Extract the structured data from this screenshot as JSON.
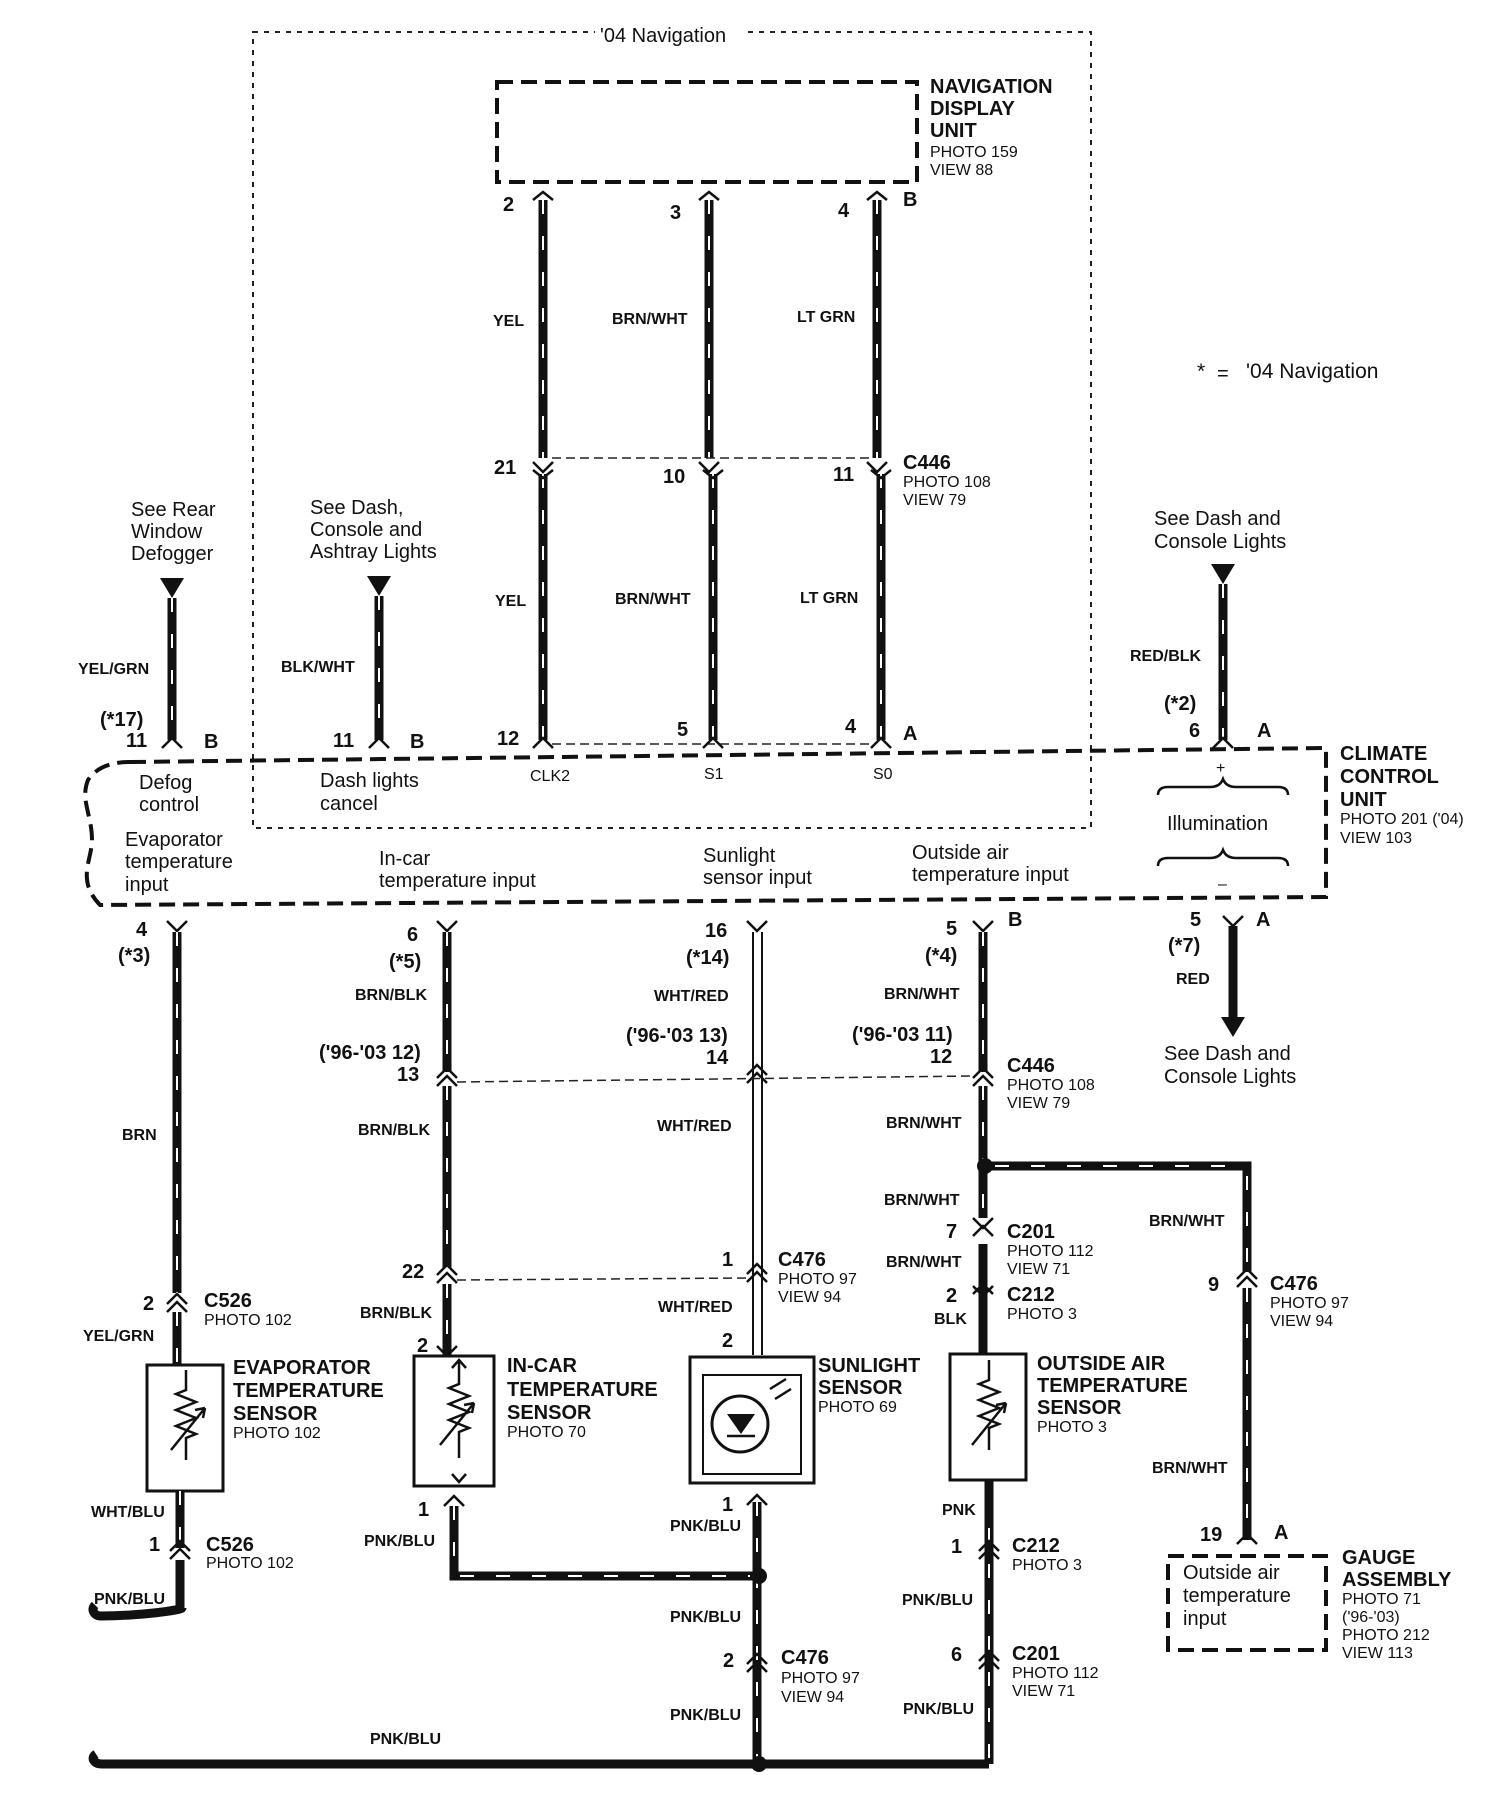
{
  "legend": {
    "star": "*",
    "eq": "=",
    "text": "'04 Navigation"
  },
  "nav_region_label": "'04 Navigation",
  "nav_unit": {
    "l1": "NAVIGATION",
    "l2": "DISPLAY",
    "l3": "UNIT",
    "photo": "PHOTO 159",
    "view": "VIEW 88"
  },
  "climate_unit": {
    "l1": "CLIMATE",
    "l2": "CONTROL",
    "l3": "UNIT",
    "photo": "PHOTO 201 ('04)",
    "view": "VIEW 103"
  },
  "gauge": {
    "l1": "GAUGE",
    "l2": "ASSEMBLY",
    "p1": "PHOTO 71",
    "p2": "('96-'03)",
    "p3": "PHOTO 212",
    "view": "VIEW 113",
    "in1": "Outside air",
    "in2": "temperature",
    "in3": "input",
    "pin": "19",
    "pos": "A"
  },
  "refs": {
    "rear": [
      "See Rear",
      "Window",
      "Defogger"
    ],
    "dash": [
      "See Dash,",
      "Console and",
      "Ashtray Lights"
    ],
    "console_top": [
      "See Dash and",
      "Console Lights"
    ],
    "console_bot": [
      "See Dash and",
      "Console Lights"
    ]
  },
  "climate_inputs": {
    "defog": [
      "Defog",
      "control"
    ],
    "dashcancel": [
      "Dash lights",
      "cancel"
    ],
    "evap": [
      "Evaporator",
      "temperature",
      "input"
    ],
    "incar": [
      "In-car",
      "temperature input"
    ],
    "sun": [
      "Sunlight",
      "sensor input"
    ],
    "outside": [
      "Outside air",
      "temperature input"
    ],
    "illum": "Illumination",
    "plus": "+",
    "minus": "–",
    "clk2": "CLK2",
    "s1": "S1",
    "s0": "S0"
  },
  "nav_pins": {
    "p2": "2",
    "p3": "3",
    "p4": "4",
    "pB": "B",
    "p21": "21",
    "p10": "10",
    "p11": "11",
    "p12": "12",
    "p5": "5",
    "p4b": "4",
    "pA": "A"
  },
  "nav_wires": {
    "yel": "YEL",
    "brnwht": "BRN/WHT",
    "ltgrn": "LT GRN"
  },
  "c446_top": {
    "name": "C446",
    "photo": "PHOTO 108",
    "view": "VIEW 79"
  },
  "top_pins": {
    "rear_alt": "(*17)",
    "rear_pin": "11",
    "rear_pos": "B",
    "rear_wire": "YEL/GRN",
    "dash_pin": "11",
    "dash_pos": "B",
    "dash_wire": "BLK/WHT",
    "cons_alt": "(*2)",
    "cons_pin": "6",
    "cons_pos": "A",
    "cons_wire": "RED/BLK"
  },
  "bottom_pins": {
    "evap_pin": "4",
    "evap_alt": "(*3)",
    "incar_pin": "6",
    "incar_alt": "(*5)",
    "sun_pin": "16",
    "sun_alt": "(*14)",
    "out_pin": "5",
    "out_alt": "(*4)",
    "out_pos": "B",
    "ill_pin": "5",
    "ill_alt": "(*7)",
    "ill_pos": "A",
    "ill_wire": "RED"
  },
  "c446_bot": {
    "name": "C446",
    "photo": "PHOTO 108",
    "view": "VIEW 79",
    "incar_old": "('96-'03 12)",
    "incar_pin": "13",
    "sun_old": "('96-'03 13)",
    "sun_pin": "14",
    "out_old": "('96-'03 11)",
    "out_pin": "12"
  },
  "wires": {
    "brn": "BRN",
    "brnblk": "BRN/BLK",
    "whtred": "WHT/RED",
    "brnwht": "BRN/WHT",
    "yelgrn": "YEL/GRN",
    "whtblu": "WHT/BLU",
    "pnkblu": "PNK/BLU",
    "blk": "BLK",
    "pnk": "PNK"
  },
  "c201a": {
    "name": "C201",
    "pin": "7",
    "photo": "PHOTO 112",
    "view": "VIEW 71"
  },
  "c212a": {
    "name": "C212",
    "pin": "2",
    "photo": "PHOTO 3"
  },
  "c476_g": {
    "name": "C476",
    "pin": "9",
    "photo": "PHOTO 97",
    "view": "VIEW 94"
  },
  "c476_sun": {
    "name": "C476",
    "pin": "1",
    "incar_pin": "22",
    "photo": "PHOTO 97",
    "view": "VIEW 94"
  },
  "c526_top": {
    "name": "C526",
    "pin": "2",
    "photo": "PHOTO 102"
  },
  "c526_bot": {
    "name": "C526",
    "pin": "1",
    "photo": "PHOTO 102"
  },
  "c212b": {
    "name": "C212",
    "pin": "1",
    "photo": "PHOTO 3"
  },
  "c201b": {
    "name": "C201",
    "pin": "6",
    "photo": "PHOTO 112",
    "view": "VIEW 71"
  },
  "c476_bot": {
    "name": "C476",
    "pin": "2",
    "photo": "PHOTO 97",
    "view": "VIEW 94"
  },
  "sensors": {
    "evap": {
      "l1": "EVAPORATOR",
      "l2": "TEMPERATURE",
      "l3": "SENSOR",
      "photo": "PHOTO 102"
    },
    "incar": {
      "l1": "IN-CAR",
      "l2": "TEMPERATURE",
      "l3": "SENSOR",
      "photo": "PHOTO 70",
      "top": "2",
      "bot": "1"
    },
    "sun": {
      "l1": "SUNLIGHT",
      "l2": "SENSOR",
      "photo": "PHOTO 69",
      "top": "2",
      "bot": "1"
    },
    "outside": {
      "l1": "OUTSIDE AIR",
      "l2": "TEMPERATURE",
      "l3": "SENSOR",
      "photo": "PHOTO 3"
    }
  }
}
